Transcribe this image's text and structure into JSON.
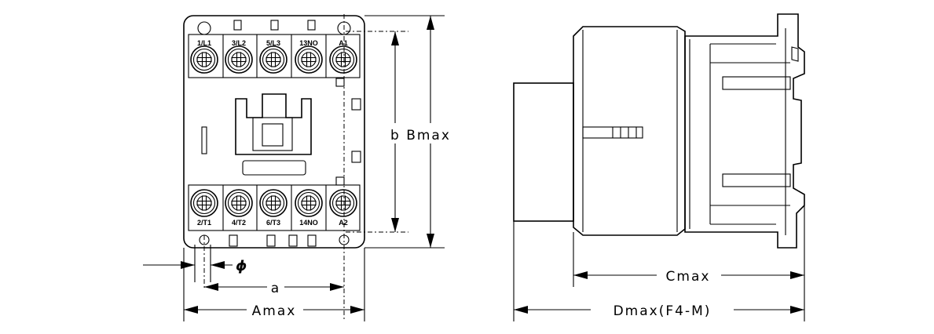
{
  "front_view": {
    "top_terminals": [
      "1/L1",
      "3/L2",
      "5/L3",
      "13NO",
      "A1"
    ],
    "bottom_terminals": [
      "2/T1",
      "4/T2",
      "6/T3",
      "14NO",
      "A2"
    ]
  },
  "dimensions": {
    "a": "a",
    "amax": "Amax",
    "b_bmax": "b Bmax",
    "phi": "ϕ",
    "cmax": "Cmax",
    "dmax": "Dmax(F4-M)"
  }
}
